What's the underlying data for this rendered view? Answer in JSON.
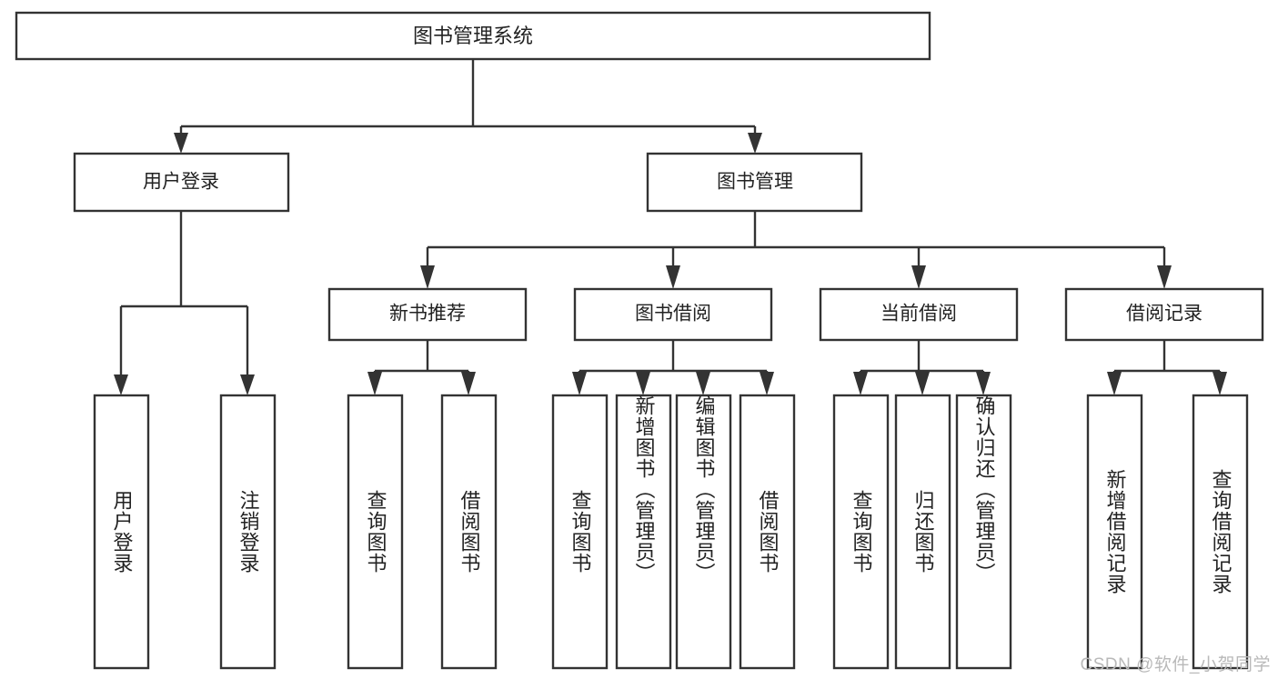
{
  "diagram": {
    "type": "tree",
    "title": "图书管理系统",
    "watermark": "CSDN @软件_小贺同学",
    "colors": {
      "box_stroke": "#333333",
      "box_fill": "#ffffff",
      "text": "#222222",
      "background": "#ffffff",
      "watermark": "#b9b9b9"
    },
    "root": {
      "label": "图书管理系统"
    },
    "level2": [
      {
        "id": "user-login",
        "label": "用户登录"
      },
      {
        "id": "book-manage",
        "label": "图书管理"
      }
    ],
    "level3": [
      {
        "id": "new-book-recommend",
        "label": "新书推荐"
      },
      {
        "id": "book-borrow",
        "label": "图书借阅"
      },
      {
        "id": "current-borrow",
        "label": "当前借阅"
      },
      {
        "id": "borrow-record",
        "label": "借阅记录"
      }
    ],
    "leaves": [
      {
        "id": "leaf-user-login",
        "label": "用户登录",
        "parent": "user-login"
      },
      {
        "id": "leaf-logout-login",
        "label": "注销登录",
        "parent": "user-login"
      },
      {
        "id": "leaf-query-book-1",
        "label": "查询图书",
        "parent": "new-book-recommend"
      },
      {
        "id": "leaf-borrow-book-1",
        "label": "借阅图书",
        "parent": "new-book-recommend"
      },
      {
        "id": "leaf-query-book-2",
        "label": "查询图书",
        "parent": "book-borrow"
      },
      {
        "id": "leaf-add-book",
        "label": "新增图书（管理员）",
        "parent": "book-borrow"
      },
      {
        "id": "leaf-edit-book",
        "label": "编辑图书（管理员）",
        "parent": "book-borrow"
      },
      {
        "id": "leaf-borrow-book-2",
        "label": "借阅图书",
        "parent": "book-borrow"
      },
      {
        "id": "leaf-query-book-3",
        "label": "查询图书",
        "parent": "current-borrow"
      },
      {
        "id": "leaf-return-book",
        "label": "归还图书",
        "parent": "current-borrow"
      },
      {
        "id": "leaf-confirm-return",
        "label": "确认归还（管理员）",
        "parent": "current-borrow"
      },
      {
        "id": "leaf-add-record",
        "label": "新增借阅记录",
        "parent": "borrow-record"
      },
      {
        "id": "leaf-query-record",
        "label": "查询借阅记录",
        "parent": "borrow-record"
      }
    ]
  }
}
